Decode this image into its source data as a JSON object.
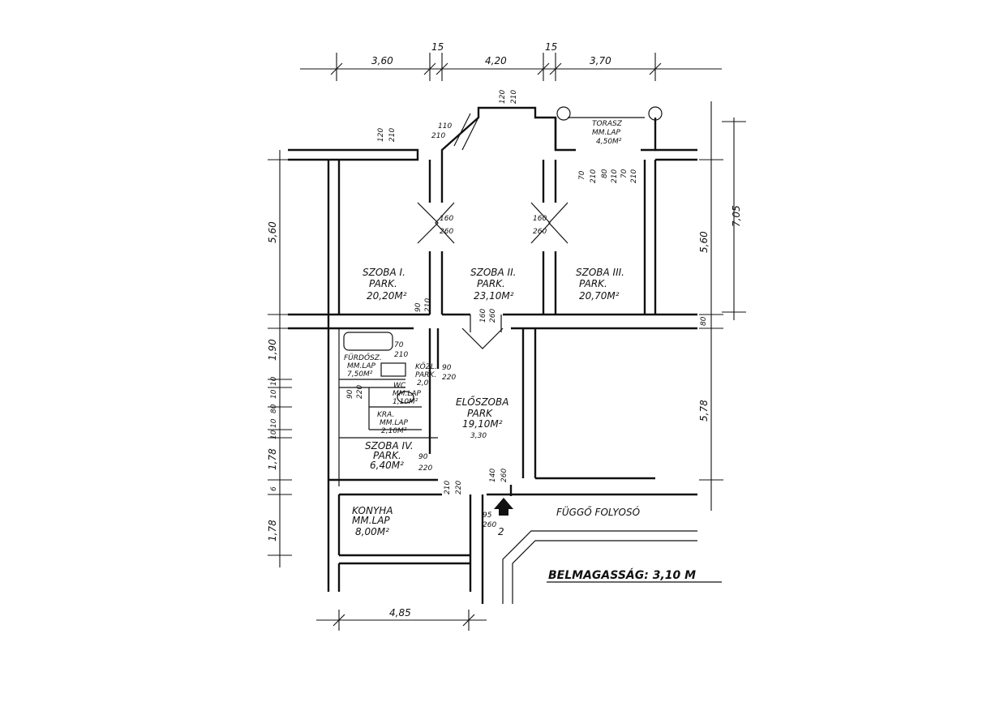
{
  "dimensions": {
    "top": [
      "3,60",
      "15",
      "4,20",
      "15",
      "3,70"
    ],
    "left": [
      "5,60",
      "1,90",
      "10",
      "10",
      "80",
      "10",
      "10",
      "1,78",
      "6",
      "1,78"
    ],
    "right": [
      "7,05",
      "5,60",
      "80",
      "5,78"
    ],
    "bottom": "4,85"
  },
  "rooms": [
    {
      "name": "SZOBA I.",
      "floor": "PARK.",
      "area": "20,20M²"
    },
    {
      "name": "SZOBA II.",
      "floor": "PARK.",
      "area": "23,10M²"
    },
    {
      "name": "SZOBA III.",
      "floor": "PARK.",
      "area": "20,70M²"
    },
    {
      "name": "TORASZ",
      "floor": "MM.LAP",
      "area": "4,50M²"
    },
    {
      "name": "FÜRDŐSZ.",
      "floor": "MM.LAP",
      "area": "7,50M²"
    },
    {
      "name": "KÖZL.",
      "floor": "PARK.",
      "area": "2,0"
    },
    {
      "name": "WC",
      "floor": "MM.LAP",
      "area": "1,10M²"
    },
    {
      "name": "KRA.",
      "floor": "MM.LAP",
      "area": "2,10M²"
    },
    {
      "name": "ELŐSZOBA",
      "floor": "PARK",
      "area": "19,10M²"
    },
    {
      "name": "SZOBA IV.",
      "floor": "PARK.",
      "area": "6,40M²"
    },
    {
      "name": "KONYHA",
      "floor": "MM.LAP",
      "area": "8,00M²"
    }
  ],
  "openings": {
    "window_1": [
      "120",
      "210"
    ],
    "window_2": [
      "110",
      "210"
    ],
    "window_3": [
      "120",
      "210"
    ],
    "door_1": [
      "160",
      "260"
    ],
    "door_2": [
      "160",
      "260"
    ],
    "door_3": [
      "160",
      "260"
    ],
    "terrace_doors": [
      "70",
      "210",
      "80",
      "210",
      "70",
      "210"
    ],
    "bath_door": [
      "70",
      "210"
    ],
    "corr_door": [
      "90",
      "220"
    ],
    "vert_doors": [
      "90",
      "210"
    ],
    "entry_door": [
      "140",
      "260"
    ],
    "kitchen_door": [
      "95",
      "260"
    ],
    "closet_doors": [
      "90",
      "220"
    ],
    "room4_door": [
      "90",
      "220"
    ],
    "misc_doors": [
      "220",
      "210"
    ],
    "entry_width": "3,30"
  },
  "labels": {
    "gallery": "FÜGGŐ FOLYOSÓ",
    "entrance_number": "2",
    "ceiling_height": "BELMAGASSÁG: 3,10 M"
  }
}
